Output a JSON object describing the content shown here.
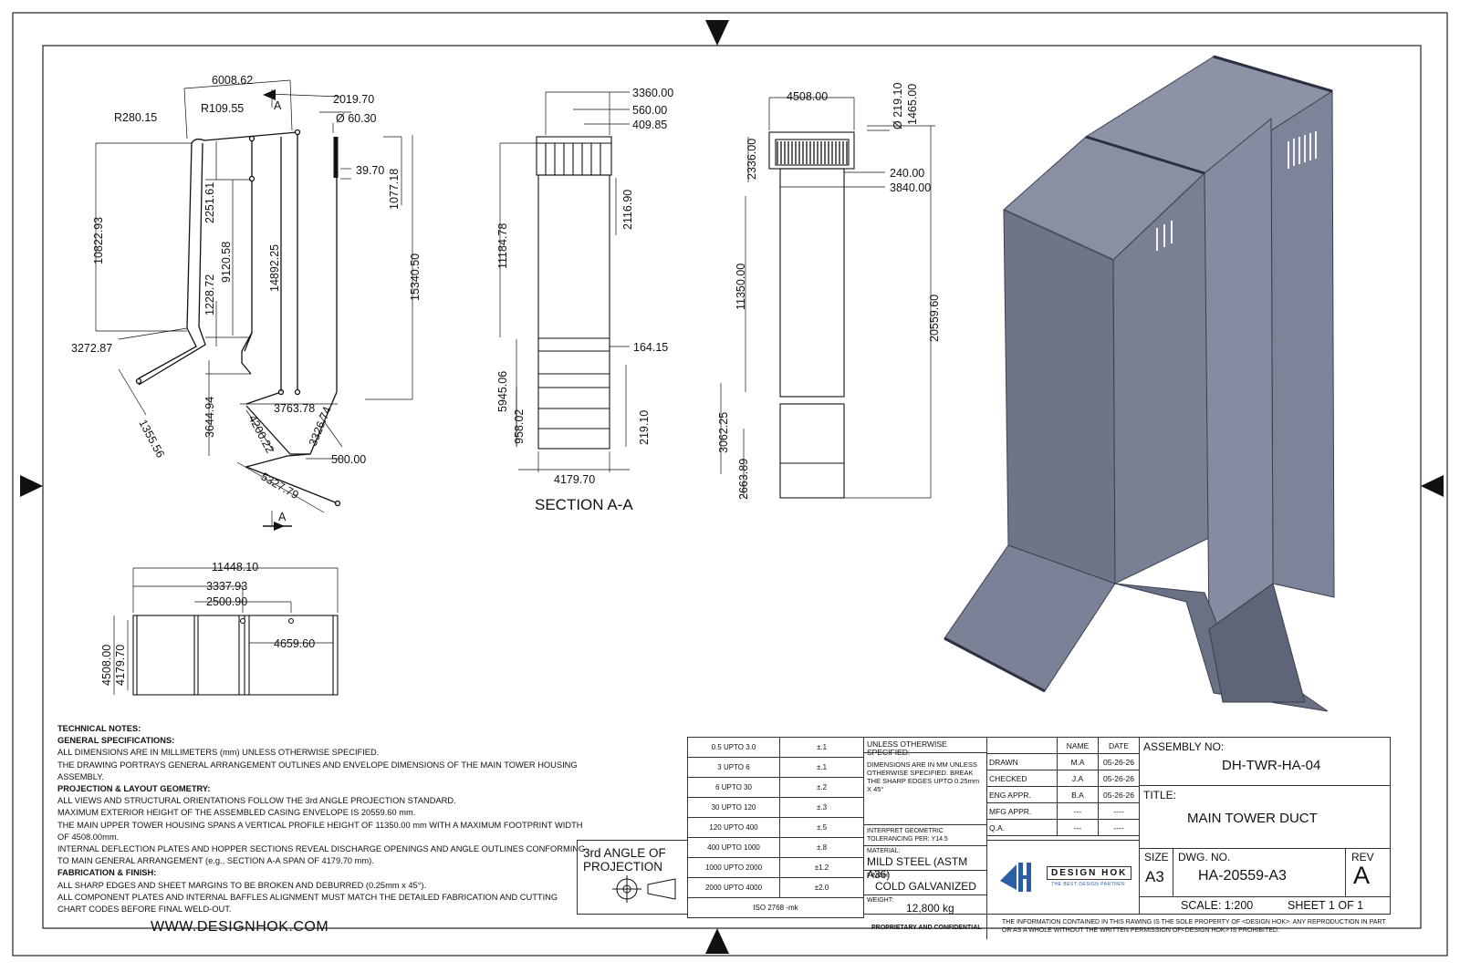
{
  "drawing": {
    "front_view": {
      "dims": [
        "6008.62",
        "R280.15",
        "R109.55",
        "A",
        "2019.70",
        "Ø 60.30",
        "39.70",
        "1077.18",
        "10822.93",
        "2251.61",
        "9120.58",
        "14892.25",
        "15340.50",
        "1228.72",
        "3272.87",
        "3644.94",
        "3763.78",
        "3326.74",
        "1355.56",
        "4200.22",
        "500.00",
        "5327.79",
        "A"
      ]
    },
    "section": {
      "dims": [
        "3360.00",
        "560.00",
        "409.85",
        "11184.78",
        "2116.90",
        "164.15",
        "5945.06",
        "958.02",
        "219.10",
        "4179.70"
      ],
      "label": "SECTION A-A"
    },
    "side_view": {
      "dims": [
        "4508.00",
        "Ø 219.10",
        "1465.00",
        "2336.00",
        "240.00",
        "3840.00",
        "11350.00",
        "20559.60",
        "3062.25",
        "2663.89"
      ]
    },
    "top_view": {
      "dims": [
        "11448.10",
        "3337.93",
        "2500.90",
        "4659.60",
        "4508.00",
        "4179.70"
      ]
    }
  },
  "notes": {
    "title": "TECHNICAL NOTES:",
    "sections": [
      {
        "heading": "GENERAL SPECIFICATIONS:",
        "lines": [
          "ALL DIMENSIONS ARE IN MILLIMETERS (mm) UNLESS OTHERWISE SPECIFIED.",
          "THE DRAWING PORTRAYS GENERAL ARRANGEMENT OUTLINES AND ENVELOPE DIMENSIONS OF THE MAIN TOWER HOUSING ASSEMBLY."
        ]
      },
      {
        "heading": "PROJECTION & LAYOUT GEOMETRY:",
        "lines": [
          "ALL VIEWS AND STRUCTURAL ORIENTATIONS FOLLOW THE 3rd ANGLE PROJECTION STANDARD.",
          "MAXIMUM EXTERIOR HEIGHT OF THE ASSEMBLED CASING ENVELOPE IS 20559.60 mm.",
          "THE MAIN UPPER TOWER HOUSING SPANS A VERTICAL PROFILE HEIGHT OF 11350.00 mm WITH A MAXIMUM FOOTPRINT WIDTH OF 4508.00mm.",
          "INTERNAL DEFLECTION PLATES AND HOPPER SECTIONS REVEAL DISCHARGE OPENINGS AND ANGLE OUTLINES CONFORMING TO MAIN GENERAL ARRANGEMENT (e.g., SECTION A-A SPAN OF 4179.70 mm)."
        ]
      },
      {
        "heading": "FABRICATION & FINISH:",
        "lines": [
          "ALL SHARP EDGES AND SHEET MARGINS TO BE BROKEN AND DEBURRED (0.25mm x 45°).",
          "ALL COMPONENT PLATES AND INTERNAL BAFFLES ALIGNMENT MUST MATCH THE DETAILED FABRICATION AND CUTTING CHART CODES BEFORE FINAL WELD-OUT."
        ]
      }
    ]
  },
  "projection": {
    "line1": "3rd ANGLE OF",
    "line2": "PROJECTION"
  },
  "tolerances": {
    "rows": [
      [
        "0.5 UPTO 3.0",
        "±.1"
      ],
      [
        "3 UPTO 6",
        "±.1"
      ],
      [
        "6 UPTO 30",
        "±.2"
      ],
      [
        "30 UPTO 120",
        "±.3"
      ],
      [
        "120 UPTO 400",
        "±.5"
      ],
      [
        "400 UPTO 1000",
        "±.8"
      ],
      [
        "1000 UPTO 2000",
        "±1.2"
      ],
      [
        "2000 UPTO 4000",
        "±2.0"
      ]
    ],
    "standard": "ISO 2768 -mk"
  },
  "spec": {
    "header": "UNLESS OTHERWISE SPECIFIED:",
    "dims_note": "DIMENSIONS ARE IN MM UNLESS OTHERWISE SPECIFIED. BREAK THE SHARP EDGES UPTO 0.25mm X 45°",
    "tolerancing": "INTERPRET GEOMETRIC TOLERANCING PER: Y14.5",
    "material_label": "MATERIAL:",
    "material": "MILD STEEL (ASTM A36)",
    "finish_label": "FINISH:",
    "finish": "COLD GALVANIZED",
    "weight_label": "WEIGHT:",
    "weight": "12,800 kg"
  },
  "approvals": {
    "headers": [
      "NAME",
      "DATE"
    ],
    "rows": [
      [
        "DRAWN",
        "M.A",
        "05-26-26"
      ],
      [
        "CHECKED",
        "J.A",
        "05-26-26"
      ],
      [
        "ENG APPR.",
        "B.A",
        "05-26-26"
      ],
      [
        "MFG APPR.",
        "---",
        "----"
      ],
      [
        "Q.A.",
        "---",
        "----"
      ]
    ]
  },
  "title_block": {
    "assembly_label": "ASSEMBLY NO:",
    "assembly_no": "DH-TWR-HA-04",
    "title_label": "TITLE:",
    "title": "MAIN TOWER DUCT",
    "size_label": "SIZE",
    "size": "A3",
    "dwg_label": "DWG.  NO.",
    "dwg_no": "HA-20559-A3",
    "rev_label": "REV",
    "rev": "A",
    "scale": "SCALE: 1:200",
    "sheet": "SHEET 1 OF 1"
  },
  "logo": {
    "name": "DESIGN HOK",
    "tagline": "THE BEST DESIGN PARTNER"
  },
  "footer": {
    "website": "WWW.DESIGNHOK.COM",
    "confidential": "PROPRIETARY AND CONFIDENTIAL",
    "disclaimer": "THE INFORMATION CONTAINED IN THIS RAWING IS THE SOLE PROPERTY OF <DESIGN HOK>.  ANY REPRODUCTION IN PART OR AS A WHOLE WITHOUT THE WRITTEN PERMISSION OF<DESIGN HOK> IS PROHIBITED."
  },
  "colors": {
    "line": "#111111",
    "iso_face": "#7d8499",
    "iso_dark": "#5f6578",
    "iso_light": "#9aa0b3"
  }
}
